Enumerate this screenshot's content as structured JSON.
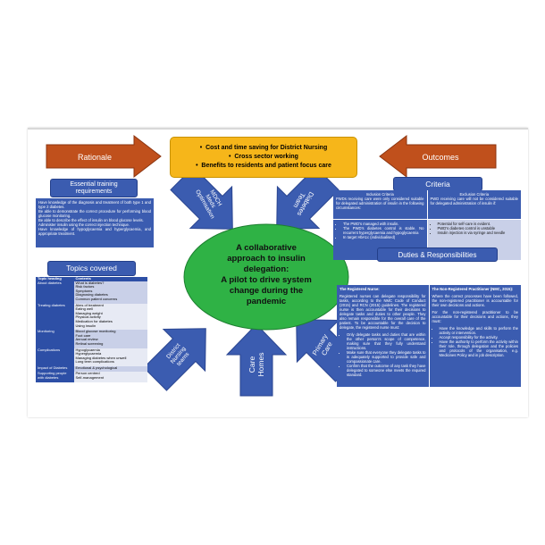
{
  "rationale": "Rationale",
  "outcomes": "Outcomes",
  "benefits": [
    "Cost and time saving for District Nursing",
    "Cross sector working",
    "Benefits to residents and patient focus care"
  ],
  "center": [
    "A collaborative",
    "approach to insulin",
    "delegation:",
    "A pilot to drive system",
    "change during the",
    "pandemic"
  ],
  "arrows": {
    "mdch": [
      "MDCH",
      "Meds",
      "Optimisation"
    ],
    "diabetes": [
      "Diabetes",
      "Team"
    ],
    "district": [
      "District",
      "Nursing",
      "teams"
    ],
    "care_homes": [
      "Care",
      "Homes"
    ],
    "primary": [
      "Primary",
      "Care"
    ]
  },
  "training": {
    "title": "Essential training requirements",
    "items": [
      "Have knowledge of the diagnosis and treatment of both type 1 and type 2 diabetes.",
      "Be able to demonstrate the correct procedure for performing blood glucose monitoring.",
      "Be able to describe the effect of insulin on blood glucose levels.",
      "Administer insulin using the correct injection technique.",
      "Have knowledge of hypoglycaemia and hyperglycaemia, and appropriate treatment."
    ]
  },
  "topics": {
    "title": "Topics covered",
    "headers": [
      "Topic heading",
      "Contents"
    ],
    "rows": [
      {
        "heading": "About diabetes",
        "contents": [
          "What is diabetes?",
          "Risk factors",
          "Symptoms",
          "Diagnosing diabetes",
          "Common patient concerns"
        ]
      },
      {
        "heading": "Treating diabetes",
        "contents": [
          "Aims of treatment",
          "Eating well",
          "Managing weight",
          "Physical activity",
          "Medication for diabetes",
          "Using insulin"
        ]
      },
      {
        "heading": "Monitoring",
        "contents": [
          "Blood glucose monitoring",
          "Foot care",
          "Annual review",
          "Retinal screening"
        ]
      },
      {
        "heading": "Complications",
        "contents": [
          "Hypoglycaemia",
          "Hyperglycaemia",
          "Managing diabetes when unwell",
          "Long term complications"
        ]
      },
      {
        "heading": "Impact of Diabetes",
        "contents": [
          "Emotional & psychological"
        ]
      },
      {
        "heading": "Supporting people with diabetes",
        "contents": [
          "Person centred",
          "Self-management"
        ]
      }
    ]
  },
  "criteria": {
    "title": "Criteria",
    "inclusion_title": "Inclusion Criteria",
    "inclusion_intro": "PWDs receiving care were only considered suitable for delegated administration of insulin in the following circumstances:",
    "inclusion_items": [
      "The PWD's managed with insulin.",
      "The PWD's diabetes control is stable. No recurrent hyperglycaemia and hypoglycaemia",
      "In target HbA1c (individualised)"
    ],
    "exclusion_title": "Exclusion Criteria",
    "exclusion_intro": "PWD receiving care will not be considered suitable for delegated administration of insulin if:",
    "exclusion_items": [
      "Potential for self-care is evident.",
      "PWD's diabetes control is unstable",
      "Insulin injection is via syringe and needle"
    ]
  },
  "duties": {
    "title": "Duties & Responsibilities",
    "nurse_title": "The Registered Nurse:",
    "nurse_text": "Registered nurses can delegate responsibility for tasks, according to the NMC Code of Conduct (2015) and RCN (2015) guidelines. The registered nurse is then accountable for their decisions to delegate tasks and duties to other people. They also remain responsible for the overall care of the patient. To be accountable for the decision to delegate, the registered nurse must:",
    "nurse_items": [
      "Only delegate tasks and duties that are within the other person's scope of competence, making sure that they fully understand instructions.",
      "Make sure that everyone they delegate tasks to is adequately supported to provide safe and compassionate care.",
      "Confirm that the outcome of any task they have delegated to someone else meets the required standard."
    ],
    "nonreg_title": "The Non-Registered Practitioner (NMC, 2015):",
    "nonreg_text1": "Where the correct processes have been followed, the non-registered practitioner is accountable for their own decisions and actions.",
    "nonreg_text2": "For the non-registered practitioner to be accountable for their decisions and actions, they must:",
    "nonreg_items": [
      "Have the knowledge and skills to perform the activity or intervention.",
      "Accept responsibility for the activity.",
      "Have the authority to perform the activity within their role, through delegation and the policies and protocols of the organisation, e.g. Medicines Policy and in job description."
    ]
  }
}
